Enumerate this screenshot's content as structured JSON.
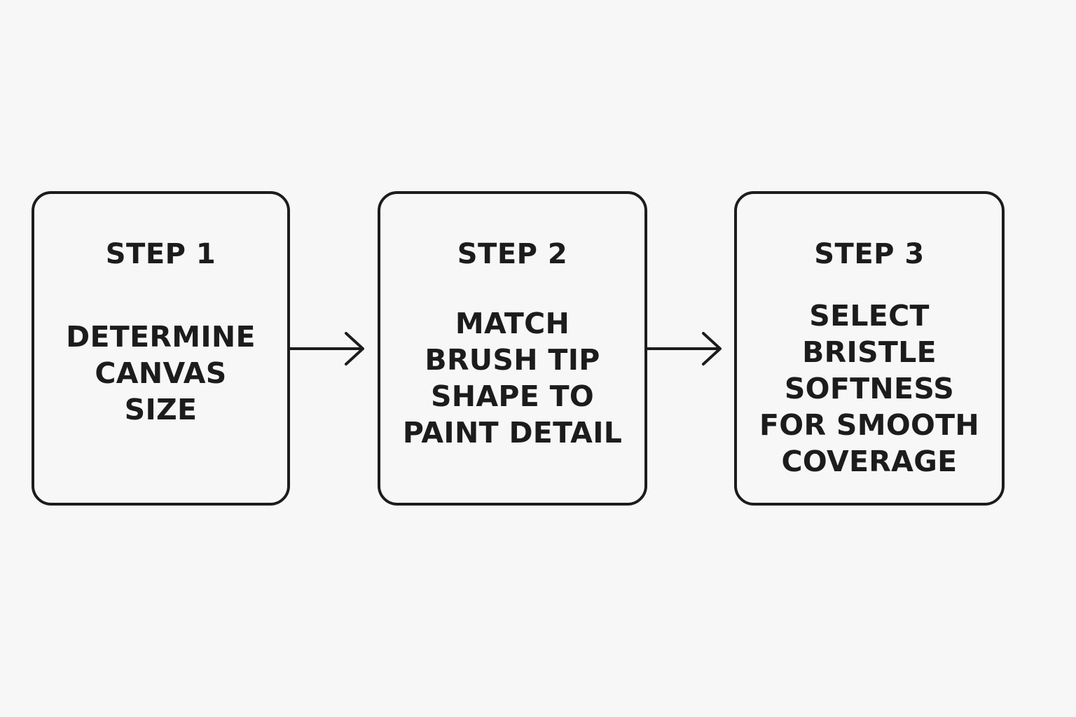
{
  "steps": [
    {
      "label": "STEP 1",
      "lines": [
        "DETERMINE",
        "CANVAS",
        "SIZE"
      ]
    },
    {
      "label": "STEP 2",
      "lines": [
        "MATCH",
        "BRUSH TIP",
        "SHAPE TO",
        "PAINT DETAIL"
      ]
    },
    {
      "label": "STEP 3",
      "lines": [
        "SELECT",
        "BRISTLE",
        "SOFTNESS",
        "FOR SMOOTH",
        "COVERAGE"
      ]
    }
  ],
  "colors": {
    "background": "#f7f7f7",
    "ink": "#1c1c1c"
  },
  "icons": {
    "connector": "right-arrow-icon"
  }
}
